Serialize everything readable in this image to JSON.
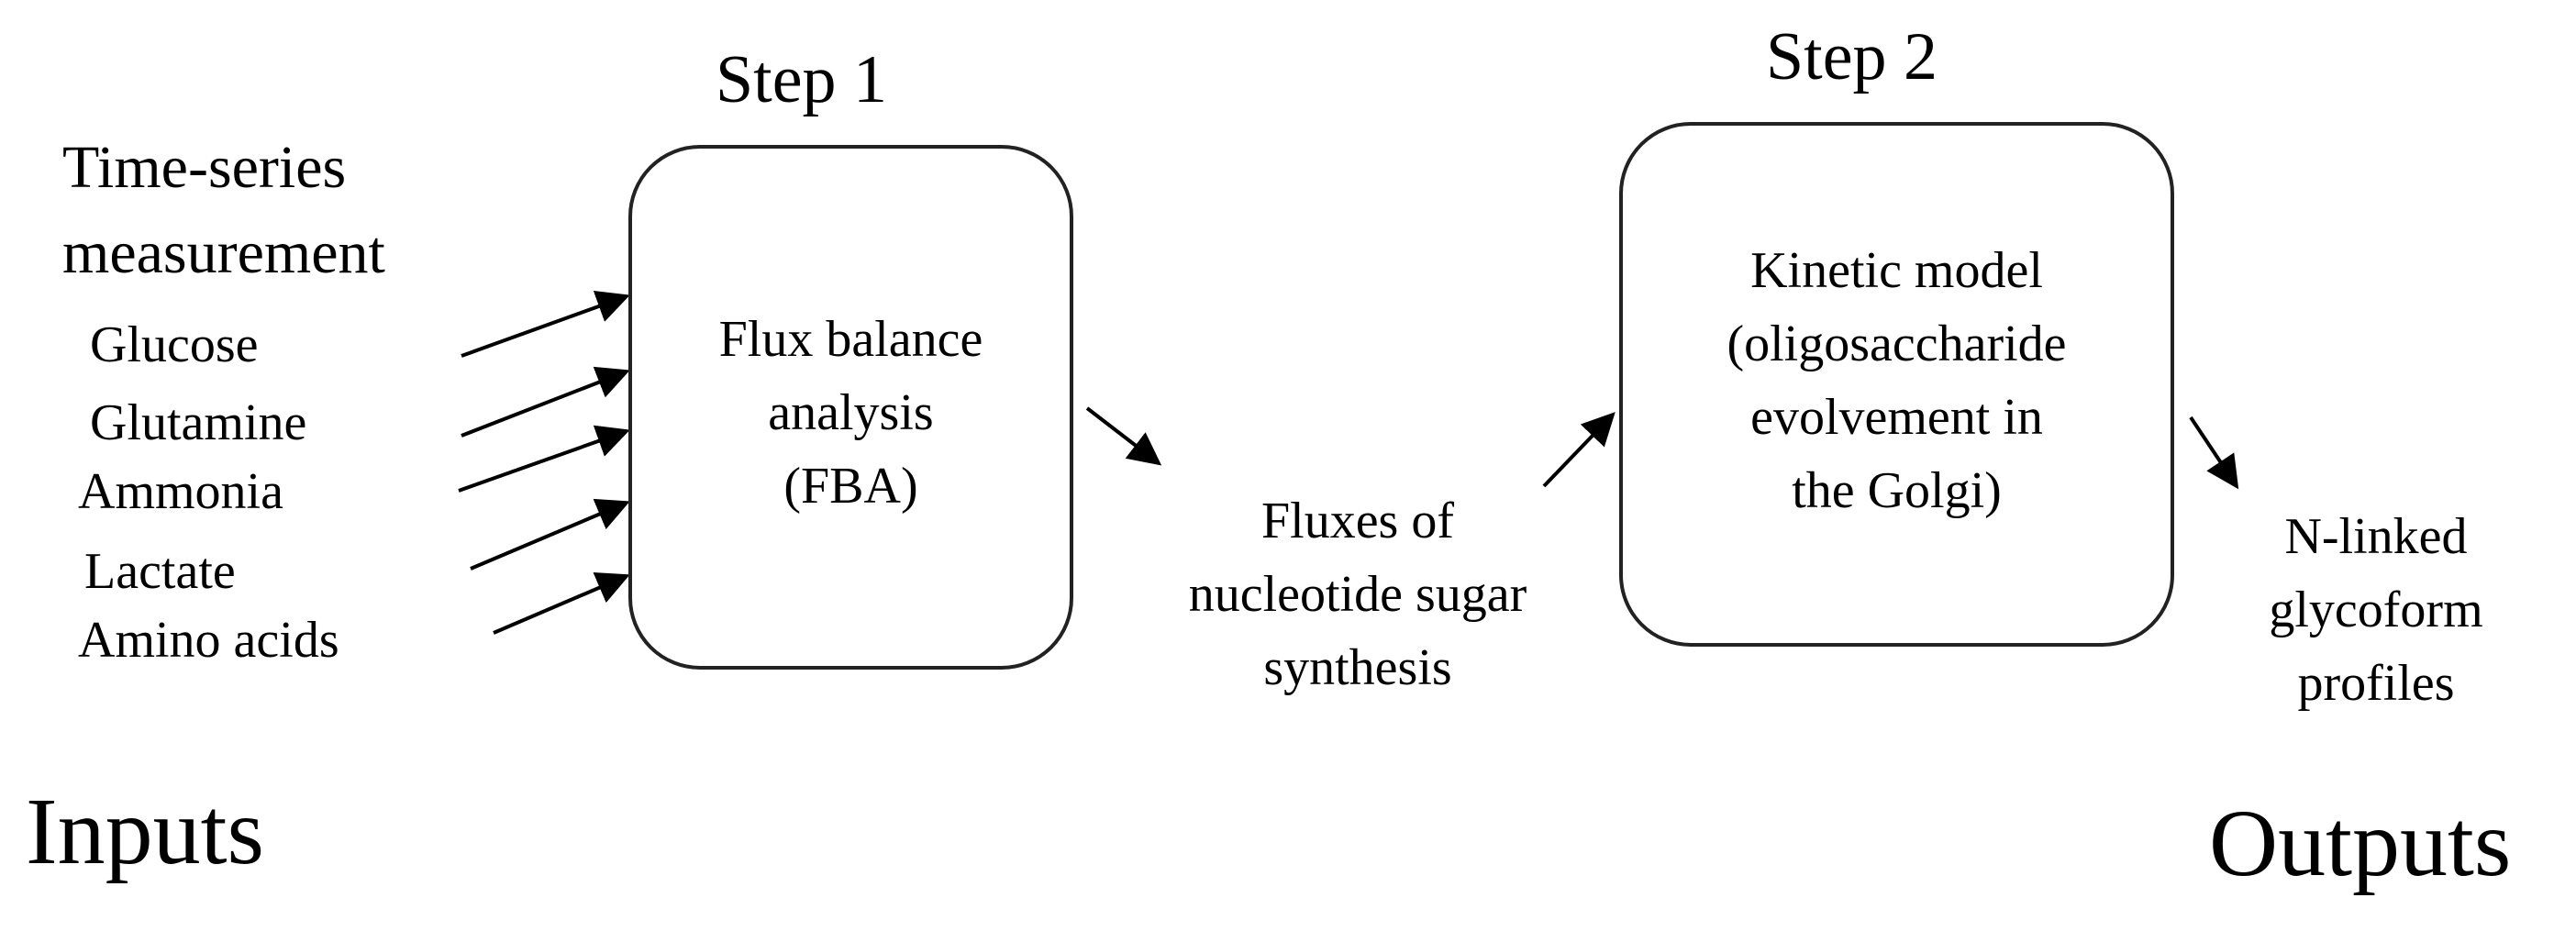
{
  "step1": {
    "title": "Step 1",
    "box_lines": [
      "Flux balance",
      "analysis",
      "(FBA)"
    ]
  },
  "step2": {
    "title": "Step 2",
    "box_lines": [
      "Kinetic model",
      "(oligosaccharide",
      "evolvement in",
      "the Golgi)"
    ]
  },
  "inputs": {
    "heading_lines": [
      "Time-series",
      "measurement"
    ],
    "items": [
      "Glucose",
      "Glutamine",
      "Ammonia",
      "Lactate",
      "Amino acids"
    ],
    "label": "Inputs"
  },
  "intermediate": {
    "lines": [
      "Fluxes of",
      "nucleotide sugar",
      "synthesis"
    ]
  },
  "outputs": {
    "lines": [
      "N-linked",
      "glycoform",
      "profiles"
    ],
    "label": "Outputs"
  }
}
